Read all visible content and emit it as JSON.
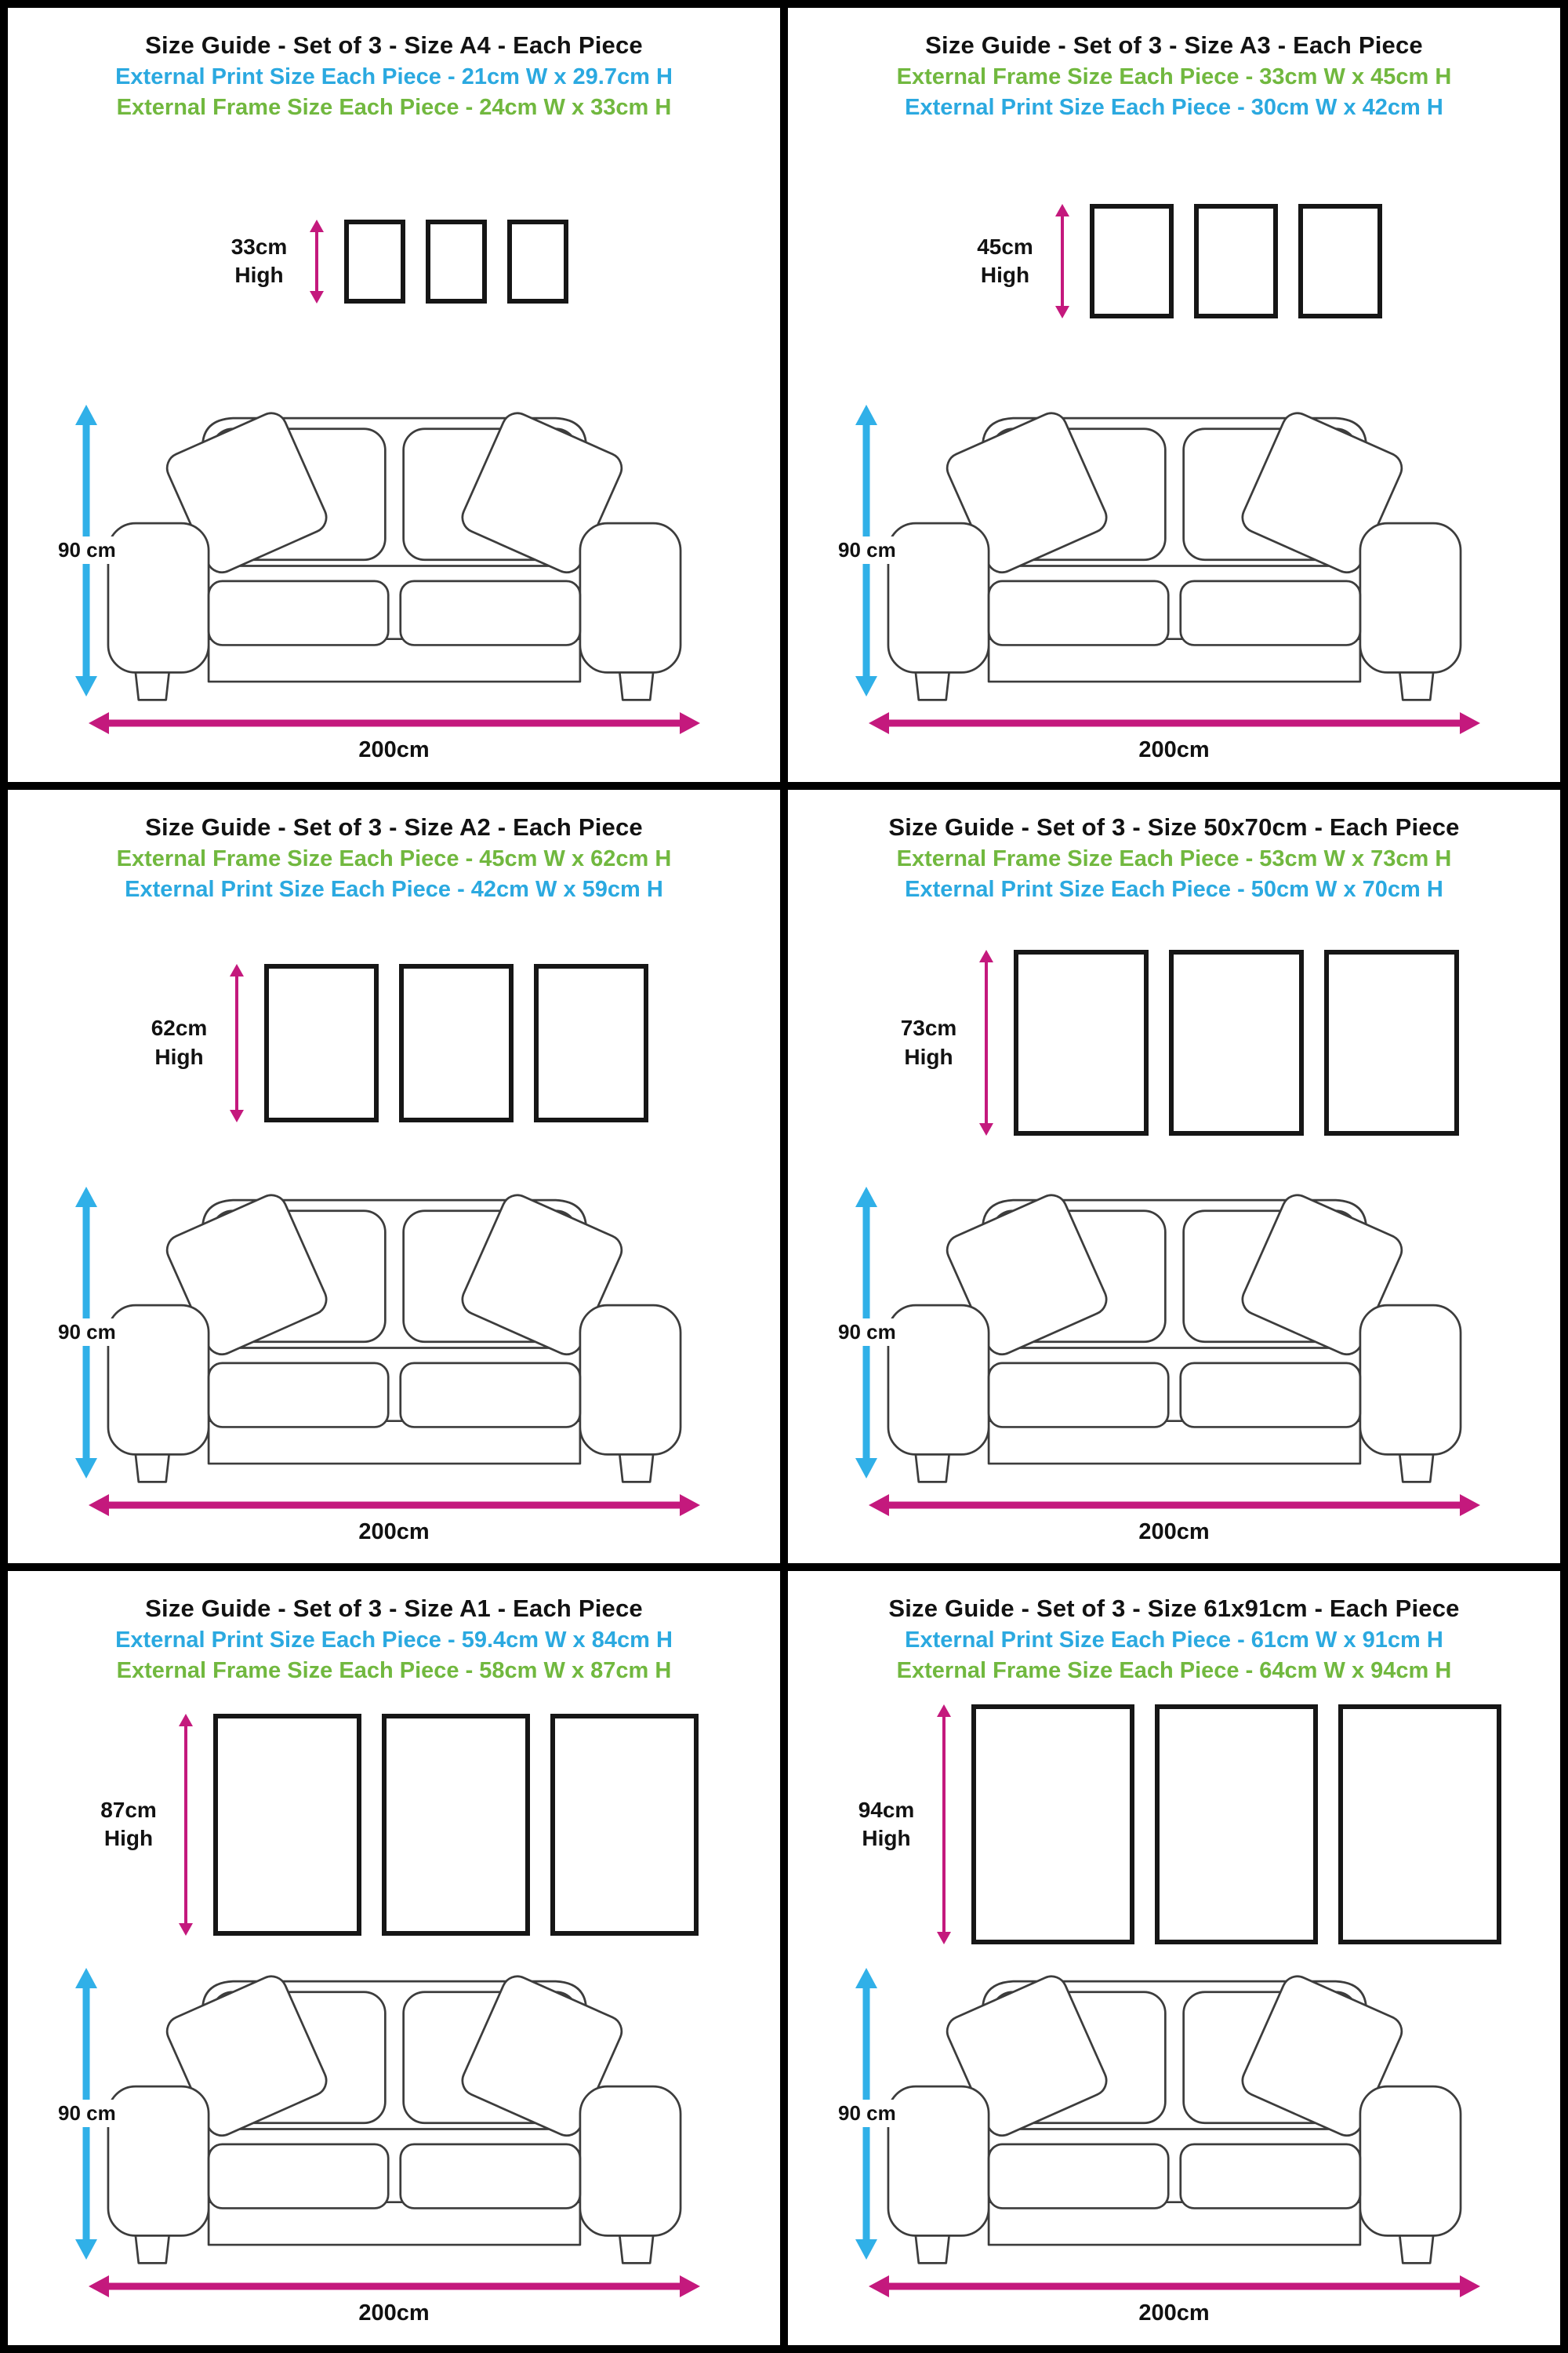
{
  "colors": {
    "blue": "#2BA9E0",
    "green": "#71B83F",
    "magenta": "#C4197D",
    "cyan": "#30B0E8",
    "frame_border": "#161616"
  },
  "sofa": {
    "height_label": "90 cm",
    "width_label": "200cm"
  },
  "panels": [
    {
      "title": "Size Guide - Set of 3 - Size A4 - Each Piece",
      "lines": [
        {
          "text": "External Print Size Each Piece - 21cm W x 29.7cm H",
          "color": "blue"
        },
        {
          "text": "External Frame Size Each Piece - 24cm W x 33cm H",
          "color": "green"
        }
      ],
      "frame_label": "33cm High",
      "frame_cm": {
        "w": 24,
        "h": 33
      }
    },
    {
      "title": "Size Guide - Set of 3 - Size A3 - Each Piece",
      "lines": [
        {
          "text": "External Frame Size Each Piece - 33cm W x 45cm H",
          "color": "green"
        },
        {
          "text": "External Print Size Each Piece - 30cm W x 42cm H",
          "color": "blue"
        }
      ],
      "frame_label": "45cm High",
      "frame_cm": {
        "w": 33,
        "h": 45
      }
    },
    {
      "title": "Size Guide - Set of 3 - Size A2 - Each Piece",
      "lines": [
        {
          "text": "External Frame Size Each Piece - 45cm W x 62cm H",
          "color": "green"
        },
        {
          "text": "External Print Size Each Piece - 42cm W x 59cm H",
          "color": "blue"
        }
      ],
      "frame_label": "62cm High",
      "frame_cm": {
        "w": 45,
        "h": 62
      }
    },
    {
      "title": "Size Guide - Set of 3 - Size 50x70cm - Each Piece",
      "lines": [
        {
          "text": "External Frame Size Each Piece - 53cm W x 73cm H",
          "color": "green"
        },
        {
          "text": "External Print Size Each Piece - 50cm W x 70cm H",
          "color": "blue"
        }
      ],
      "frame_label": "73cm High",
      "frame_cm": {
        "w": 53,
        "h": 73
      }
    },
    {
      "title": "Size Guide - Set of 3 - Size A1 - Each Piece",
      "lines": [
        {
          "text": "External Print Size Each Piece - 59.4cm W x 84cm H",
          "color": "blue"
        },
        {
          "text": "External Frame Size Each Piece - 58cm W x 87cm H",
          "color": "green"
        }
      ],
      "frame_label": "87cm High",
      "frame_cm": {
        "w": 58,
        "h": 87
      }
    },
    {
      "title": "Size Guide - Set of 3 - Size 61x91cm - Each Piece",
      "lines": [
        {
          "text": "External Print Size Each Piece - 61cm W x 91cm H",
          "color": "blue"
        },
        {
          "text": "External Frame Size Each Piece - 64cm W x 94cm H",
          "color": "green"
        }
      ],
      "frame_label": "94cm High",
      "frame_cm": {
        "w": 64,
        "h": 94
      }
    }
  ]
}
